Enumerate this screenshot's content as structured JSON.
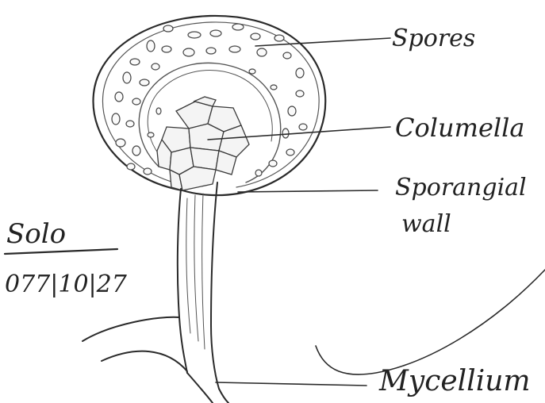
{
  "diagram": {
    "labels": {
      "spores": "Spores",
      "columella": "Columella",
      "sporangial_wall_line1": "Sporangial",
      "sporangial_wall_line2": "wall",
      "mycelium": "Mycellium"
    },
    "annotation": {
      "signature": "Solo",
      "date": "077|10|27"
    },
    "colors": {
      "ink": "#2a2a2a",
      "paper": "#ffffff"
    }
  }
}
